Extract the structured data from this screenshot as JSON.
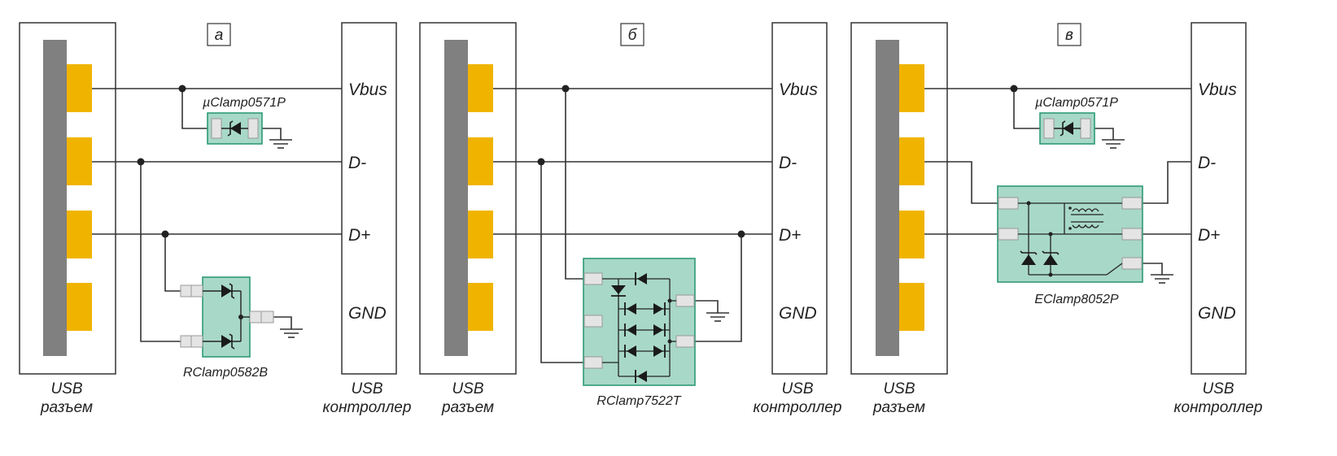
{
  "panels": [
    {
      "tag": "а",
      "connector": {
        "line1": "USB",
        "line2": "разъем"
      },
      "controller": {
        "line1": "USB",
        "line2": "контроллер"
      },
      "signals": {
        "vbus": "Vbus",
        "dminus": "D-",
        "dplus": "D+",
        "gnd": "GND"
      },
      "parts": [
        "µClamp0571P",
        "RClamp0582B"
      ]
    },
    {
      "tag": "б",
      "connector": {
        "line1": "USB",
        "line2": "разъем"
      },
      "controller": {
        "line1": "USB",
        "line2": "контроллер"
      },
      "signals": {
        "vbus": "Vbus",
        "dminus": "D-",
        "dplus": "D+",
        "gnd": "GND"
      },
      "parts": [
        "RClamp7522T"
      ]
    },
    {
      "tag": "в",
      "connector": {
        "line1": "USB",
        "line2": "разъем"
      },
      "controller": {
        "line1": "USB",
        "line2": "контроллер"
      },
      "signals": {
        "vbus": "Vbus",
        "dminus": "D-",
        "dplus": "D+",
        "gnd": "GND"
      },
      "parts": [
        "µClamp0571P",
        "EClamp8052P"
      ]
    }
  ],
  "colors": {
    "pin": "#f0b400",
    "bar": "#808080",
    "chip": "#a8d8c8",
    "chip_border": "#2e9a78",
    "pad": "#e4e4e4",
    "wire": "#333333",
    "diode": "#1a1a1a"
  }
}
